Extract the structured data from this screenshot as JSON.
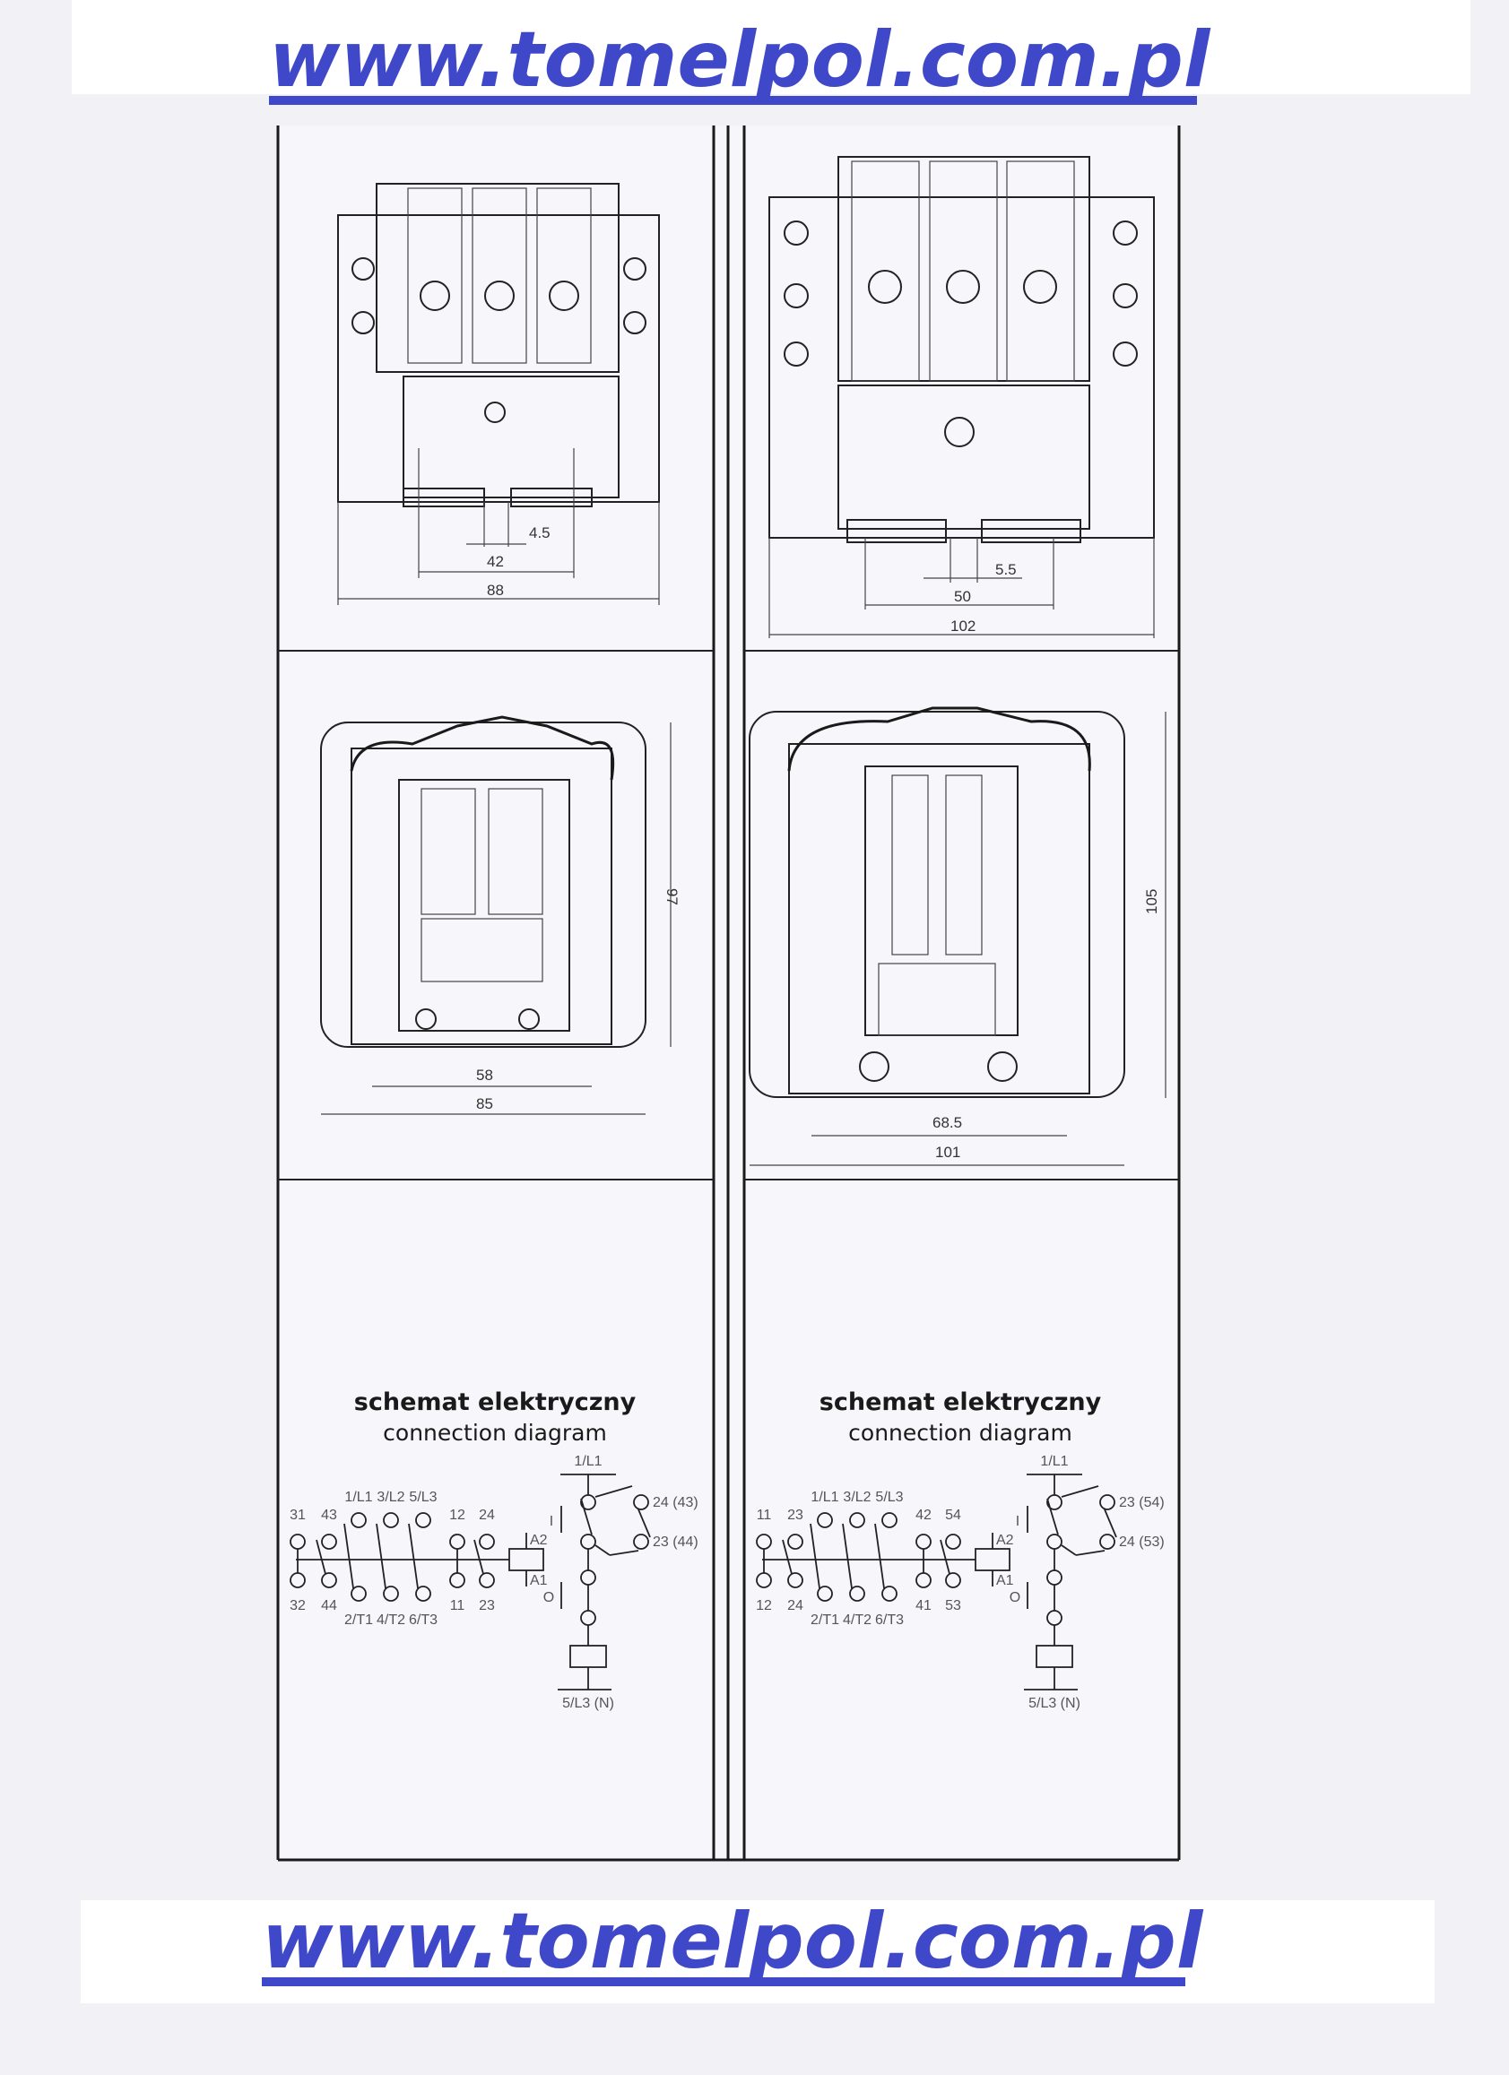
{
  "header": {
    "url": "www.tomelpol.com.pl"
  },
  "footer": {
    "url": "www.tomelpol.com.pl"
  },
  "colors": {
    "url": "#3f48c8",
    "line": "#1a1a1a"
  },
  "left": {
    "top_dims": {
      "a": "4.5",
      "b": "42",
      "c": "88"
    },
    "side_dims": {
      "height": "97",
      "a": "58",
      "b": "85"
    },
    "schematic": {
      "title": "schemat elektryczny",
      "subtitle": "connection diagram",
      "top_row": [
        "31",
        "43",
        "12",
        "24"
      ],
      "bottom_row": [
        "32",
        "44",
        "11",
        "23"
      ],
      "poles_top": [
        "1/L1",
        "3/L2",
        "5/L3"
      ],
      "poles_bottom": [
        "2/T1",
        "4/T2",
        "6/T3"
      ],
      "coil_top": "A2",
      "coil_bottom": "A1",
      "supply": "1/L1",
      "neutral": "5/L3 (N)",
      "on": "I",
      "off": "O",
      "aux_top": "24 (43)",
      "aux_bottom": "23 (44)"
    }
  },
  "right": {
    "top_dims": {
      "a": "5.5",
      "b": "50",
      "c": "102"
    },
    "side_dims": {
      "height": "105",
      "a": "68.5",
      "b": "101"
    },
    "schematic": {
      "title": "schemat elektryczny",
      "subtitle": "connection diagram",
      "top_row": [
        "11",
        "23",
        "42",
        "54"
      ],
      "bottom_row": [
        "12",
        "24",
        "41",
        "53"
      ],
      "poles_top": [
        "1/L1",
        "3/L2",
        "5/L3"
      ],
      "poles_bottom": [
        "2/T1",
        "4/T2",
        "6/T3"
      ],
      "coil_top": "A2",
      "coil_bottom": "A1",
      "supply": "1/L1",
      "neutral": "5/L3 (N)",
      "on": "I",
      "off": "O",
      "aux_top": "23 (54)",
      "aux_bottom": "24 (53)"
    }
  }
}
